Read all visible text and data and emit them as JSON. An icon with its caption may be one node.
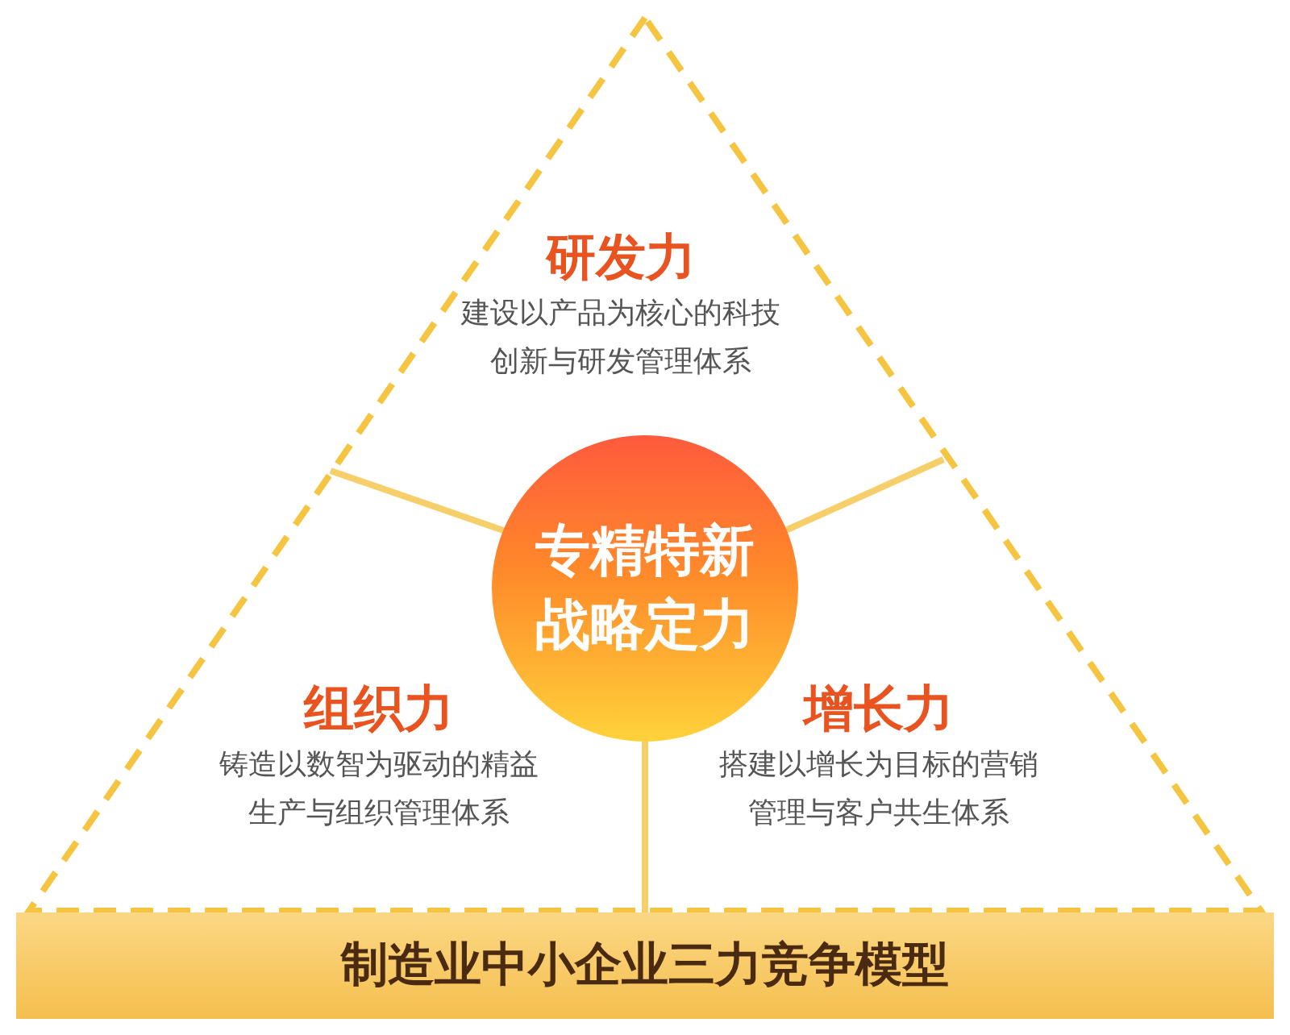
{
  "diagram": {
    "nodes": [
      {
        "text": [],
        "shape": "triangle"
      },
      {
        "text": [
          "研发力",
          "建设以产品为核心的科技创新与研发管理体系"
        ],
        "in": 0
      },
      {
        "text": [
          "专精特新战略定力"
        ],
        "in": 0
      },
      {
        "text": [
          "组织力",
          "铸造以数智为驱动的精益生产与组织管理体系"
        ],
        "in": 0
      },
      {
        "text": [
          "增长力",
          "搭建以增长为目标的营销管理与客户共生体系"
        ],
        "in": 0
      },
      {
        "text": [
          "制造业中小企业三力竞争模型"
        ]
      }
    ]
  }
}
